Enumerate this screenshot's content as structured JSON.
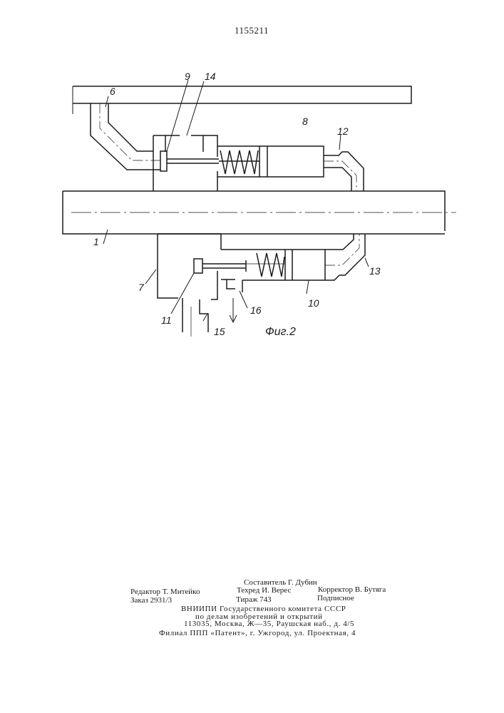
{
  "patent_number": "1155211",
  "figure": {
    "caption": "Фиг.2",
    "labels": [
      "6",
      "9",
      "14",
      "8",
      "12",
      "1",
      "7",
      "11",
      "15",
      "16",
      "10",
      "13"
    ]
  },
  "colophon": {
    "compiler": "Составитель Г. Дубин",
    "editor": "Редактор Т. Митейко",
    "techred": "Техред И. Верес",
    "corrector": "Корректор В. Бутяга",
    "order": "Заказ 2931/3",
    "circulation": "Тираж 743",
    "subscription": "Подписное",
    "org_line1": "ВНИИПИ Государственного комитета СССР",
    "org_line2": "по делам изобретений и открытий",
    "address": "113035, Москва, Ж—35, Раушская наб., д. 4/5",
    "branch": "Филиал ППП «Патент», г. Ужгород, ул. Проектная, 4"
  }
}
